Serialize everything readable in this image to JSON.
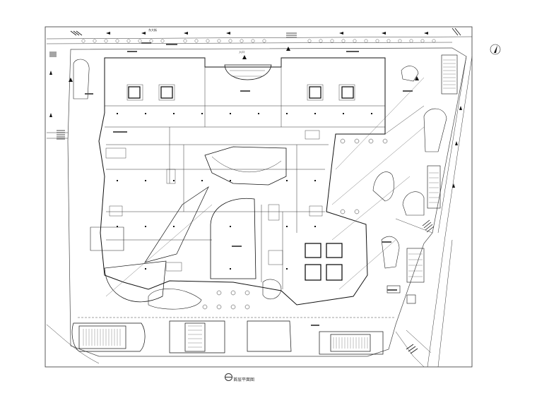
{
  "drawing": {
    "caption": "首层平面图",
    "north_symbol": "north-arrow-icon"
  },
  "labels": {
    "top_left_label": "东大街",
    "center_label": "入口"
  }
}
